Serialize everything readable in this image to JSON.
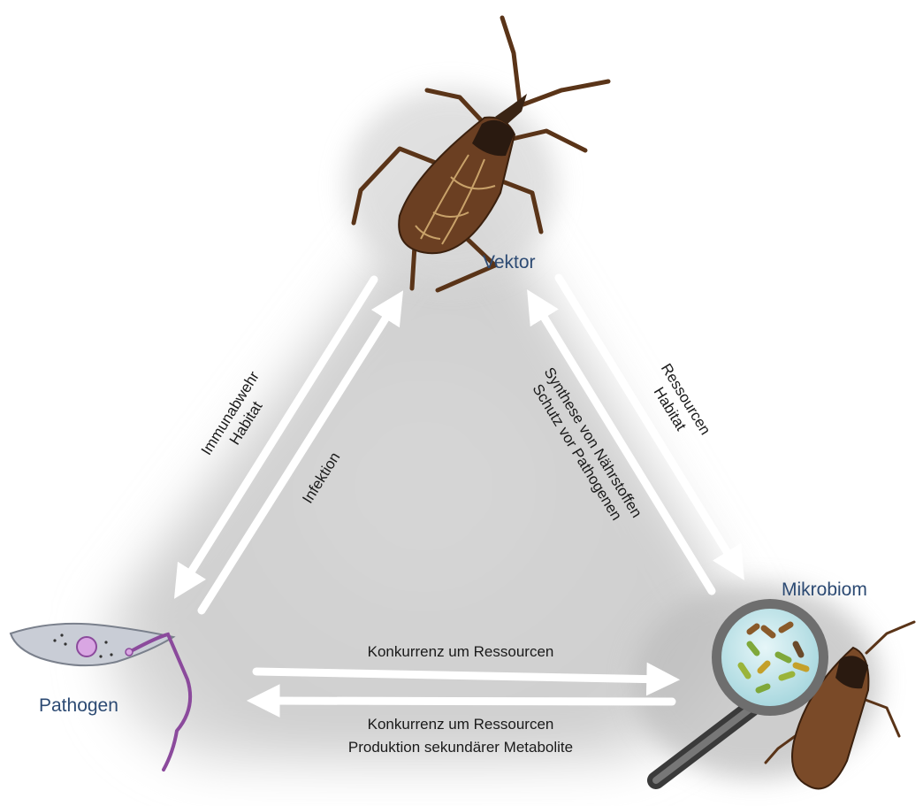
{
  "nodes": {
    "vektor": "Vektor",
    "mikrobiom": "Mikrobiom",
    "pathogen": "Pathogen"
  },
  "arrows": {
    "vektor_to_pathogen": [
      "Immunabwehr",
      "Habitat"
    ],
    "pathogen_to_vektor": "Infektion",
    "mikrobiom_to_vektor": [
      "Synthese von Nährstoffen",
      "Schutz vor Pathogenen"
    ],
    "vektor_to_mikrobiom": [
      "Ressourcen",
      "Habitat"
    ],
    "pathogen_to_mikrobiom": "Konkurrenz um Ressourcen",
    "mikrobiom_to_pathogen": [
      "Konkurrenz um Ressourcen",
      "Produktion sekundärer Metabolite"
    ]
  },
  "colors": {
    "node_label": "#2c4a73",
    "arrow": "#ffffff",
    "triangle_fill": "#d3d3d3",
    "bug_body": "#6b3f22",
    "bug_vein": "#c9a26a",
    "pathogen_cell": "#c9cdd6",
    "flagellum": "#8b4a9c",
    "lens": "#c4e5ea"
  },
  "icons": {
    "vector": "assassin-bug-icon",
    "pathogen": "trypanosome-icon",
    "microbiome": "magnifier-bacteria-icon"
  }
}
